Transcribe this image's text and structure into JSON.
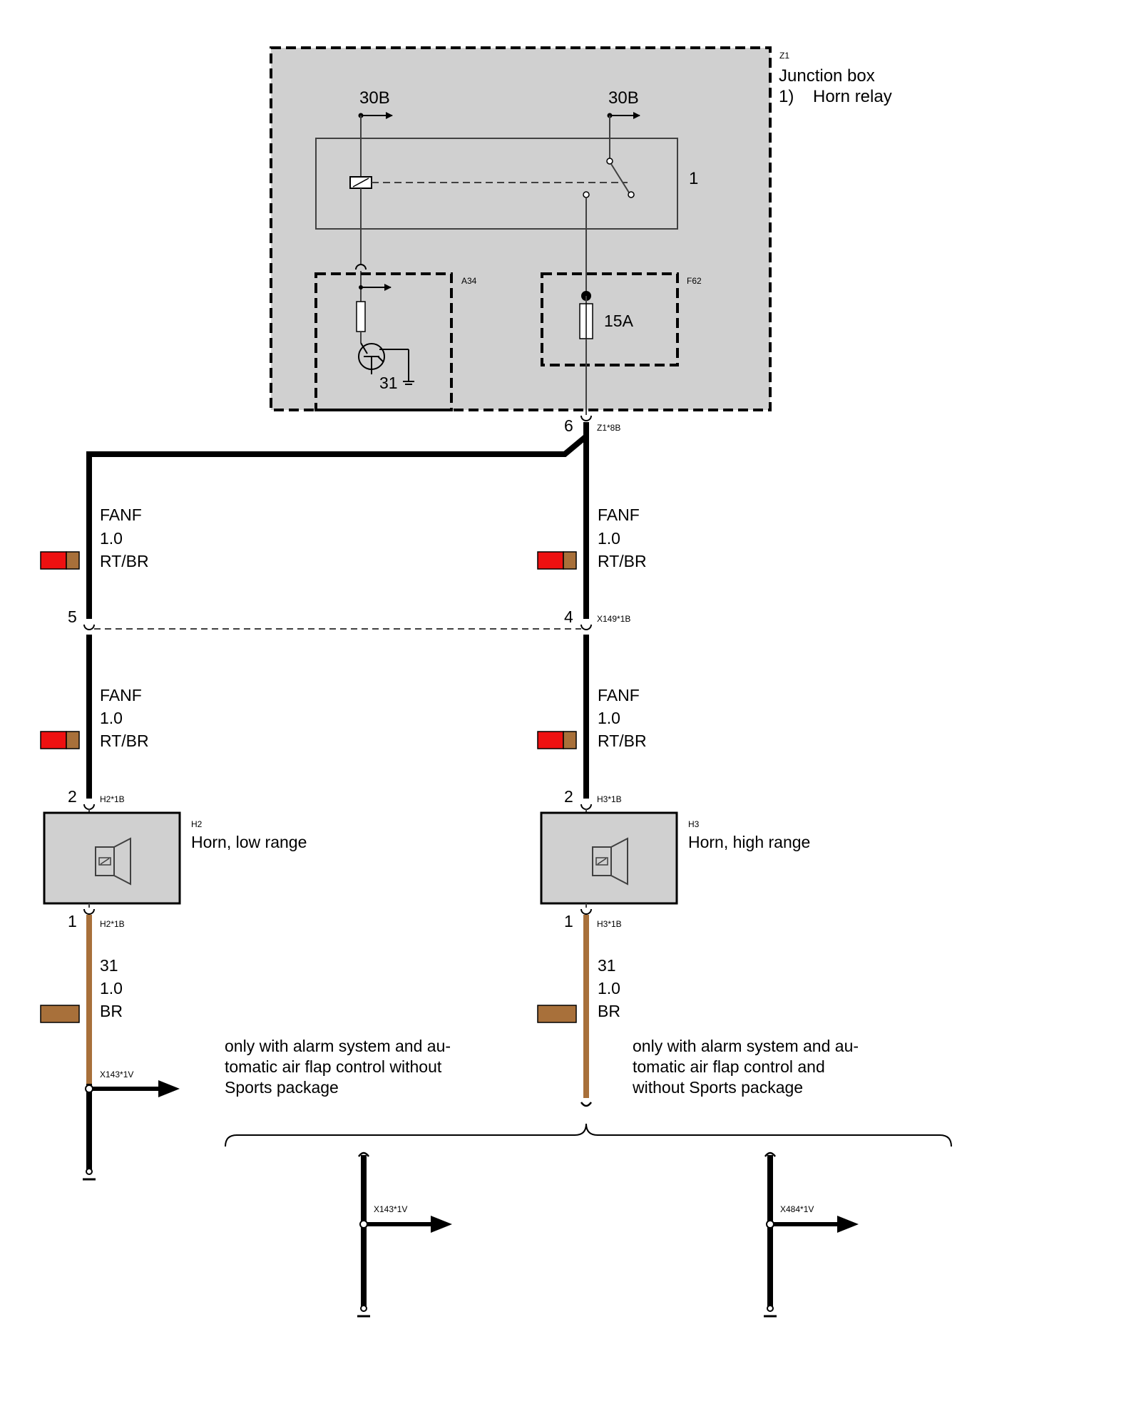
{
  "junction_box": {
    "id": "Z1",
    "title": "Junction box",
    "note_num": "1)",
    "note_text": "Horn relay",
    "relay_num": "1",
    "terminal_left": "30B",
    "terminal_right": "30B",
    "module_id": "A34",
    "ground": "31",
    "fuse_id": "F62",
    "fuse_rating": "15A"
  },
  "connectors": {
    "z1_pin": "6",
    "z1_id": "Z1*8B",
    "x149_left_pin": "5",
    "x149_right_pin": "4",
    "x149_id": "X149*1B",
    "h2_top_pin": "2",
    "h2_top_id": "H2*1B",
    "h2_bottom_pin": "1",
    "h2_bottom_id": "H2*1B",
    "h3_top_pin": "2",
    "h3_top_id": "H3*1B",
    "h3_bottom_pin": "1",
    "h3_bottom_id": "H3*1B",
    "x143_left": "X143*1V",
    "x143_mid": "X143*1V",
    "x484": "X484*1V"
  },
  "wires": {
    "upper_left": [
      "FANF",
      "1.0",
      "RT/BR"
    ],
    "upper_right": [
      "FANF",
      "1.0",
      "RT/BR"
    ],
    "lower_left": [
      "FANF",
      "1.0",
      "RT/BR"
    ],
    "lower_right": [
      "FANF",
      "1.0",
      "RT/BR"
    ],
    "ground_left": [
      "31",
      "1.0",
      "BR"
    ],
    "ground_right": [
      "31",
      "1.0",
      "BR"
    ]
  },
  "components": {
    "h2_id": "H2",
    "h2_name": "Horn, low range",
    "h3_id": "H3",
    "h3_name": "Horn, high range"
  },
  "notes": {
    "left": [
      "only with alarm system and au-",
      "tomatic air flap control without",
      "Sports package"
    ],
    "right": [
      "only with alarm system and au-",
      "tomatic air flap control and",
      "without Sports package"
    ]
  },
  "colors": {
    "red": "#ee1111",
    "brown": "#a8703a",
    "box_gray": "#d0d0d0"
  }
}
